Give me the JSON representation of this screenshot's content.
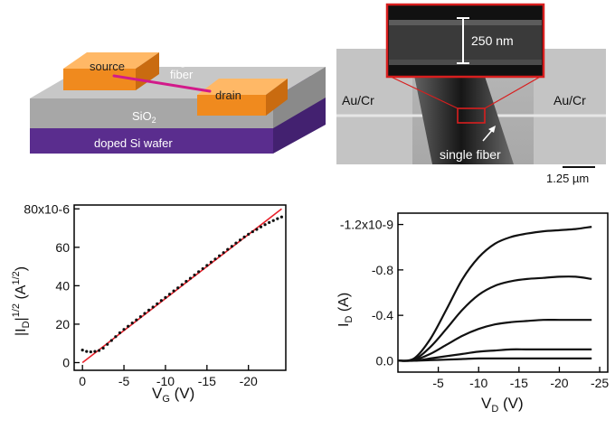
{
  "device": {
    "source_label": "source",
    "drain_label": "drain",
    "fiber_label_line1": "single",
    "fiber_label_line2": "fiber",
    "oxide_label": "SiO",
    "oxide_subscript": "2",
    "substrate_label": "doped Si wafer"
  },
  "micrograph": {
    "inset_scale_label": "250 nm",
    "left_electrode_label": "Au/Cr",
    "right_electrode_label": "Au/Cr",
    "fiber_label": "single fiber",
    "scale_bar_label": "1.25 µm"
  },
  "colors": {
    "electrode": "#f08a1e",
    "fiber": "#d21a8a",
    "oxide": "#a9a9a9",
    "substrate": "#5a2d8e",
    "inset_frame": "#d81e1e",
    "fit_line": "#e8202a"
  },
  "chart_data": [
    {
      "type": "scatter",
      "x_label_main": "V",
      "x_label_sub": "G",
      "x_label_unit": " (V)",
      "y_label_main": "|I",
      "y_label_sub": "D",
      "y_label_rest": "|",
      "y_label_sup": "1/2",
      "y_label_unit": " (A",
      "y_label_unit_sup": "1/2",
      "y_label_close": ")",
      "xlim": [
        1,
        -24.5
      ],
      "ylim": [
        -4,
        82
      ],
      "x_ticks": [
        {
          "value": 0,
          "label": "0"
        },
        {
          "value": -5,
          "label": "-5"
        },
        {
          "value": -10,
          "label": "-10"
        },
        {
          "value": -15,
          "label": "-15"
        },
        {
          "value": -20,
          "label": "-20"
        }
      ],
      "y_ticks": [
        {
          "value": 0,
          "label": "0"
        },
        {
          "value": 20,
          "label": "20"
        },
        {
          "value": 40,
          "label": "40"
        },
        {
          "value": 60,
          "label": "60"
        },
        {
          "value": 80,
          "label": "80x10-6"
        }
      ],
      "series": [
        {
          "style": "markers",
          "x": [
            0,
            -0.5,
            -1,
            -1.5,
            -2,
            -2.5,
            -3,
            -3.5,
            -4,
            -4.5,
            -5,
            -5.5,
            -6,
            -6.5,
            -7,
            -7.5,
            -8,
            -8.5,
            -9,
            -9.5,
            -10,
            -10.5,
            -11,
            -11.5,
            -12,
            -12.5,
            -13,
            -13.5,
            -14,
            -14.5,
            -15,
            -15.5,
            -16,
            -16.5,
            -17,
            -17.5,
            -18,
            -18.5,
            -19,
            -19.5,
            -20,
            -20.5,
            -21,
            -21.5,
            -22,
            -22.5,
            -23,
            -23.5,
            -24
          ],
          "y": [
            6.5,
            5.8,
            5.6,
            5.8,
            6.3,
            7.5,
            9.5,
            11.5,
            13.5,
            15.5,
            17.3,
            18.9,
            20.6,
            22.2,
            23.9,
            25.6,
            27.3,
            28.9,
            30.6,
            32.3,
            33.9,
            35.6,
            37.3,
            38.9,
            40.6,
            42.3,
            43.9,
            45.6,
            47.3,
            48.9,
            50.6,
            52.3,
            53.9,
            55.6,
            57.2,
            58.9,
            60.5,
            62.2,
            63.8,
            65.4,
            66.8,
            68.1,
            69.3,
            70.6,
            71.8,
            72.9,
            73.9,
            74.9,
            75.8
          ]
        },
        {
          "style": "fit-line",
          "x": [
            0,
            -24
          ],
          "y": [
            0,
            80
          ]
        }
      ]
    },
    {
      "type": "line",
      "x_label_main": "V",
      "x_label_sub": "D",
      "x_label_unit": " (V)",
      "y_label_main": "I",
      "y_label_sub": "D",
      "y_label_unit": " (A)",
      "xlim": [
        0,
        -26
      ],
      "ylim": [
        0.1,
        -1.3
      ],
      "x_ticks": [
        {
          "value": -5,
          "label": "-5"
        },
        {
          "value": -10,
          "label": "-10"
        },
        {
          "value": -15,
          "label": "-15"
        },
        {
          "value": -20,
          "label": "-20"
        },
        {
          "value": -25,
          "label": "-25"
        }
      ],
      "y_ticks": [
        {
          "value": 0,
          "label": "0.0"
        },
        {
          "value": -0.4,
          "label": "-0.4"
        },
        {
          "value": -0.8,
          "label": "-0.8"
        },
        {
          "value": -1.2,
          "label": "-1.2x10-9"
        }
      ],
      "series": [
        {
          "x": [
            0,
            -2,
            -4,
            -6,
            -8,
            -10,
            -12,
            -14,
            -16,
            -18,
            -20,
            -22,
            -24
          ],
          "y": [
            0,
            -0.02,
            -0.19,
            -0.45,
            -0.72,
            -0.91,
            -1.03,
            -1.09,
            -1.12,
            -1.14,
            -1.15,
            -1.16,
            -1.18
          ]
        },
        {
          "x": [
            0,
            -2,
            -4,
            -6,
            -8,
            -10,
            -12,
            -14,
            -16,
            -18,
            -20,
            -22,
            -24
          ],
          "y": [
            0,
            -0.01,
            -0.12,
            -0.28,
            -0.45,
            -0.58,
            -0.66,
            -0.7,
            -0.72,
            -0.73,
            -0.74,
            -0.74,
            -0.72
          ]
        },
        {
          "x": [
            0,
            -2,
            -4,
            -6,
            -8,
            -10,
            -12,
            -14,
            -16,
            -18,
            -20,
            -22,
            -24
          ],
          "y": [
            0,
            -0.005,
            -0.06,
            -0.14,
            -0.22,
            -0.28,
            -0.32,
            -0.34,
            -0.35,
            -0.36,
            -0.36,
            -0.36,
            -0.36
          ]
        },
        {
          "x": [
            0,
            -2,
            -4,
            -6,
            -8,
            -10,
            -12,
            -14,
            -16,
            -18,
            -20,
            -22,
            -24
          ],
          "y": [
            0,
            0,
            -0.02,
            -0.04,
            -0.06,
            -0.08,
            -0.09,
            -0.1,
            -0.1,
            -0.1,
            -0.1,
            -0.1,
            -0.1
          ]
        },
        {
          "x": [
            0,
            -2,
            -4,
            -6,
            -8,
            -10,
            -12,
            -14,
            -16,
            -18,
            -20,
            -22,
            -24
          ],
          "y": [
            0,
            0,
            -0.005,
            -0.01,
            -0.015,
            -0.02,
            -0.02,
            -0.02,
            -0.02,
            -0.02,
            -0.02,
            -0.02,
            -0.02
          ]
        }
      ]
    }
  ]
}
